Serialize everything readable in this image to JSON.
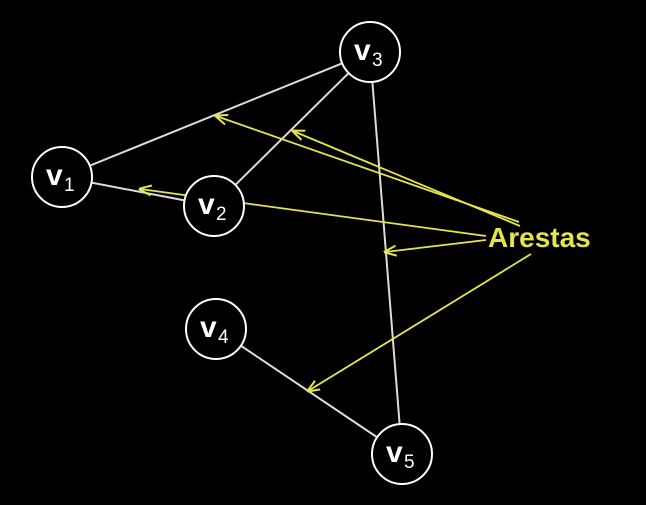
{
  "colors": {
    "background": "#000000",
    "vertex": "#ffffff",
    "edge": "#dcdcdc",
    "annotation": "#e5e54a"
  },
  "vertices": [
    {
      "id": "v1",
      "letter": "v",
      "sub": "1"
    },
    {
      "id": "v2",
      "letter": "v",
      "sub": "2"
    },
    {
      "id": "v3",
      "letter": "v",
      "sub": "3"
    },
    {
      "id": "v4",
      "letter": "v",
      "sub": "4"
    },
    {
      "id": "v5",
      "letter": "v",
      "sub": "5"
    }
  ],
  "edges": [
    {
      "from": "v1",
      "to": "v3"
    },
    {
      "from": "v1",
      "to": "v2"
    },
    {
      "from": "v2",
      "to": "v3"
    },
    {
      "from": "v3",
      "to": "v5"
    },
    {
      "from": "v4",
      "to": "v5"
    }
  ],
  "annotation": {
    "label": "Arestas",
    "points_to": [
      "v1-v3",
      "v2-v3",
      "v1-v2",
      "v3-v5",
      "v4-v5"
    ]
  }
}
